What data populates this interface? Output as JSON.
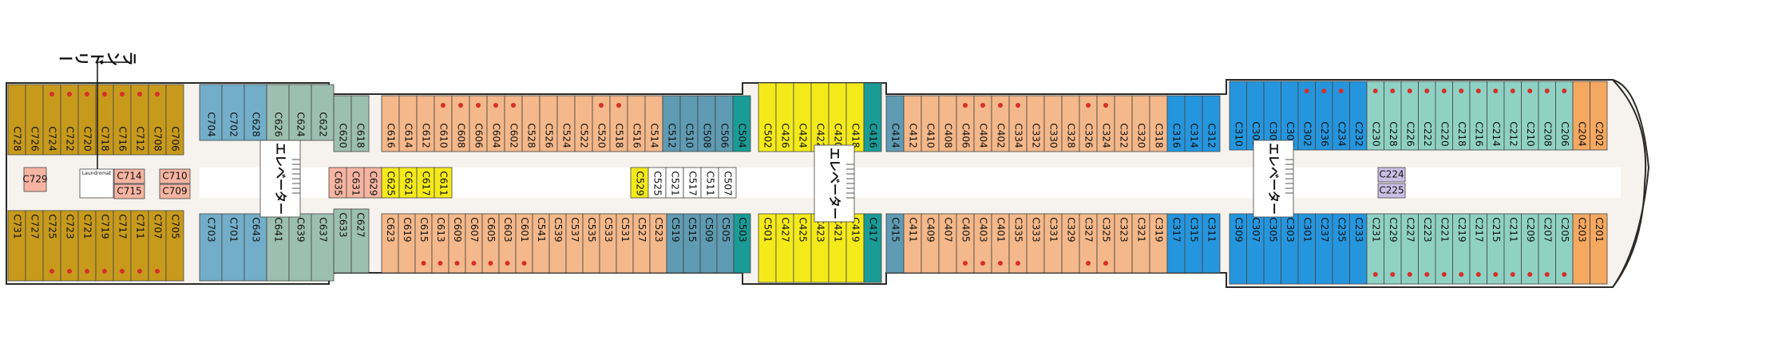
{
  "callout": "ランドリー",
  "elevator_label": "エレベーター",
  "laundromat_label": "Laundromat",
  "colors": {
    "gold": "#c79a1c",
    "blue": "#72aec9",
    "sage": "#9dbfb2",
    "peach": "#f5b88a",
    "steel": "#5f9bb3",
    "teal": "#1a9b96",
    "yellow": "#f4ea1a",
    "cyan": "#2596de",
    "mint": "#8fd2c4",
    "orange": "#f4a860",
    "pink": "#f6b4a2",
    "lavender": "#c8c0e4",
    "white": "#ffffff",
    "hull": "#f6f3ee",
    "outline": "#2b2b2b",
    "red_dot": "#d6302a"
  },
  "cabins": {
    "aft_top": [
      "C728",
      "C726",
      "C724",
      "C722",
      "C720",
      "C718",
      "C716",
      "C712",
      "C708",
      "C706"
    ],
    "aft_bottom": [
      "C731",
      "C727",
      "C725",
      "C723",
      "C721",
      "C719",
      "C717",
      "C711",
      "C707",
      "C705"
    ],
    "aft_mid": [
      "C729",
      "C714",
      "C715",
      "C710",
      "C709"
    ],
    "b1_top": [
      "C704",
      "C702",
      "C628",
      "C626",
      "C624",
      "C622"
    ],
    "b1_bottom": [
      "C703",
      "C701",
      "C643",
      "C641",
      "C639",
      "C637"
    ],
    "b1_mid": [
      "C635",
      "C631",
      "C629",
      "C625",
      "C621",
      "C617",
      "C611"
    ],
    "b1_stack_top": [
      "C620",
      "C618"
    ],
    "b1_stack_bottom": [
      "C633",
      "C627"
    ],
    "mid_top": [
      "C616",
      "C614",
      "C612",
      "C610",
      "C608",
      "C606",
      "C604",
      "C602",
      "C528",
      "C526",
      "C524",
      "C522",
      "C520",
      "C518",
      "C516",
      "C514",
      "C512",
      "C510",
      "C508",
      "C506",
      "C504"
    ],
    "mid_bottom": [
      "C623",
      "C619",
      "C615",
      "C613",
      "C609",
      "C607",
      "C605",
      "C603",
      "C601",
      "C541",
      "C539",
      "C537",
      "C535",
      "C533",
      "C531",
      "C527",
      "C523",
      "C519",
      "C515",
      "C509",
      "C505",
      "C503"
    ],
    "mid_center": [
      "C529",
      "C525",
      "C521",
      "C517",
      "C511",
      "C507"
    ],
    "center_top": [
      "C502",
      "C426",
      "C424",
      "C422",
      "C420",
      "C418",
      "C416"
    ],
    "center_bottom": [
      "C501",
      "C427",
      "C425",
      "C423",
      "C421",
      "C419",
      "C417"
    ],
    "fwd_mid_top": [
      "C414",
      "C412",
      "C410",
      "C408",
      "C406",
      "C404",
      "C402",
      "C334",
      "C332",
      "C330",
      "C328",
      "C326",
      "C324",
      "C322",
      "C320",
      "C318",
      "C316",
      "C314",
      "C312"
    ],
    "fwd_mid_bottom": [
      "C415",
      "C411",
      "C409",
      "C407",
      "C405",
      "C403",
      "C401",
      "C335",
      "C333",
      "C331",
      "C329",
      "C327",
      "C325",
      "C323",
      "C321",
      "C319",
      "C317",
      "C315",
      "C311"
    ],
    "fwd_top": [
      "C310",
      "C308",
      "C306",
      "C304",
      "C302",
      "C236",
      "C234",
      "C232",
      "C230",
      "C228",
      "C226",
      "C222",
      "C220",
      "C218",
      "C216",
      "C214",
      "C212",
      "C210",
      "C208",
      "C206",
      "C204",
      "C202"
    ],
    "fwd_bottom": [
      "C309",
      "C307",
      "C305",
      "C303",
      "C301",
      "C237",
      "C235",
      "C233",
      "C231",
      "C229",
      "C227",
      "C223",
      "C221",
      "C219",
      "C217",
      "C215",
      "C211",
      "C209",
      "C207",
      "C205",
      "C203",
      "C201"
    ],
    "fwd_mid": [
      "C224",
      "C225"
    ]
  }
}
